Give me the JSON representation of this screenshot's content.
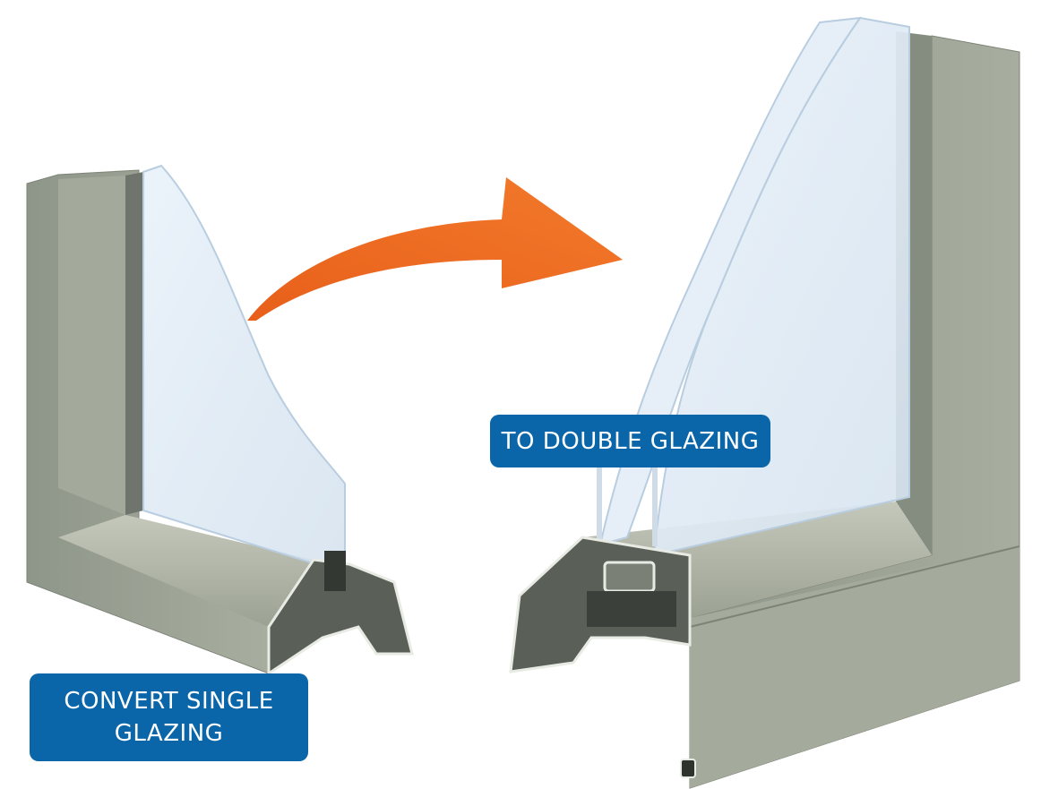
{
  "labels": {
    "left_line1": "CONVERT SINGLE",
    "left_line2": "GLAZING",
    "right": "TO DOUBLE GLAZING"
  },
  "colors": {
    "badge": "#0a66a8",
    "arrow": "#ee6a22",
    "frame": "#9aa194",
    "glass": "#dfe9f3"
  }
}
